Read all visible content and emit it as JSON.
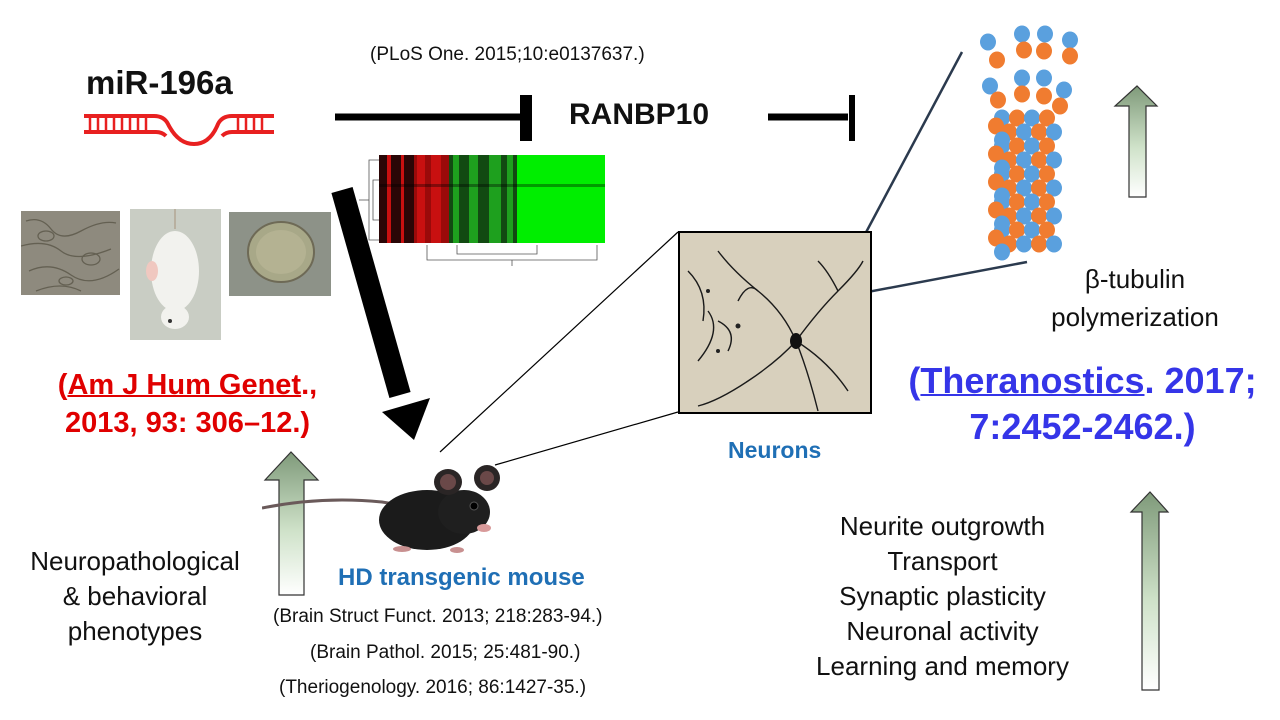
{
  "mirna": {
    "label": "miR-196a",
    "color": "#e82020"
  },
  "target": {
    "label": "RANBP10"
  },
  "citations": {
    "plos": "(PLoS One. 2015;10:e0137637.)",
    "brain_struct": "(Brain Struct Funct. 2013; 218:283-94.)",
    "brain_pathol": "(Brain Pathol. 2015; 25:481-90.)",
    "theriogenology": "(Theriogenology. 2016; 86:1427-35.)"
  },
  "ref_red": {
    "open": "(",
    "journal": "Am J Hum Genet",
    "rest_line1": "., ",
    "line2": "2013, 93: 306–12.)",
    "color": "#e00000"
  },
  "ref_blue": {
    "open": "(",
    "journal": "Theranostics",
    "rest_line1": ". 2017;",
    "line2": "7:2452-2462.)",
    "color": "#3535e8"
  },
  "tubulin": {
    "line1": "β-tubulin",
    "line2": "polymerization",
    "colors": [
      "#5aa0de",
      "#f07c30"
    ]
  },
  "neurons_label": "Neurons",
  "mouse_label": "HD transgenic mouse",
  "phenotypes": {
    "line1": "Neuropathological",
    "line2": "& behavioral",
    "line3": "phenotypes"
  },
  "functions": [
    "Neurite outgrowth",
    "Transport",
    "Synaptic plasticity",
    "Neuronal activity",
    "Learning and memory"
  ],
  "icons": {
    "mirna": "mirna-hairpin-icon",
    "heatmap": "heatmap-icon",
    "mouse": "mouse-icon",
    "microtubule": "microtubule-icon",
    "up_arrows": "up-arrow-icon"
  }
}
